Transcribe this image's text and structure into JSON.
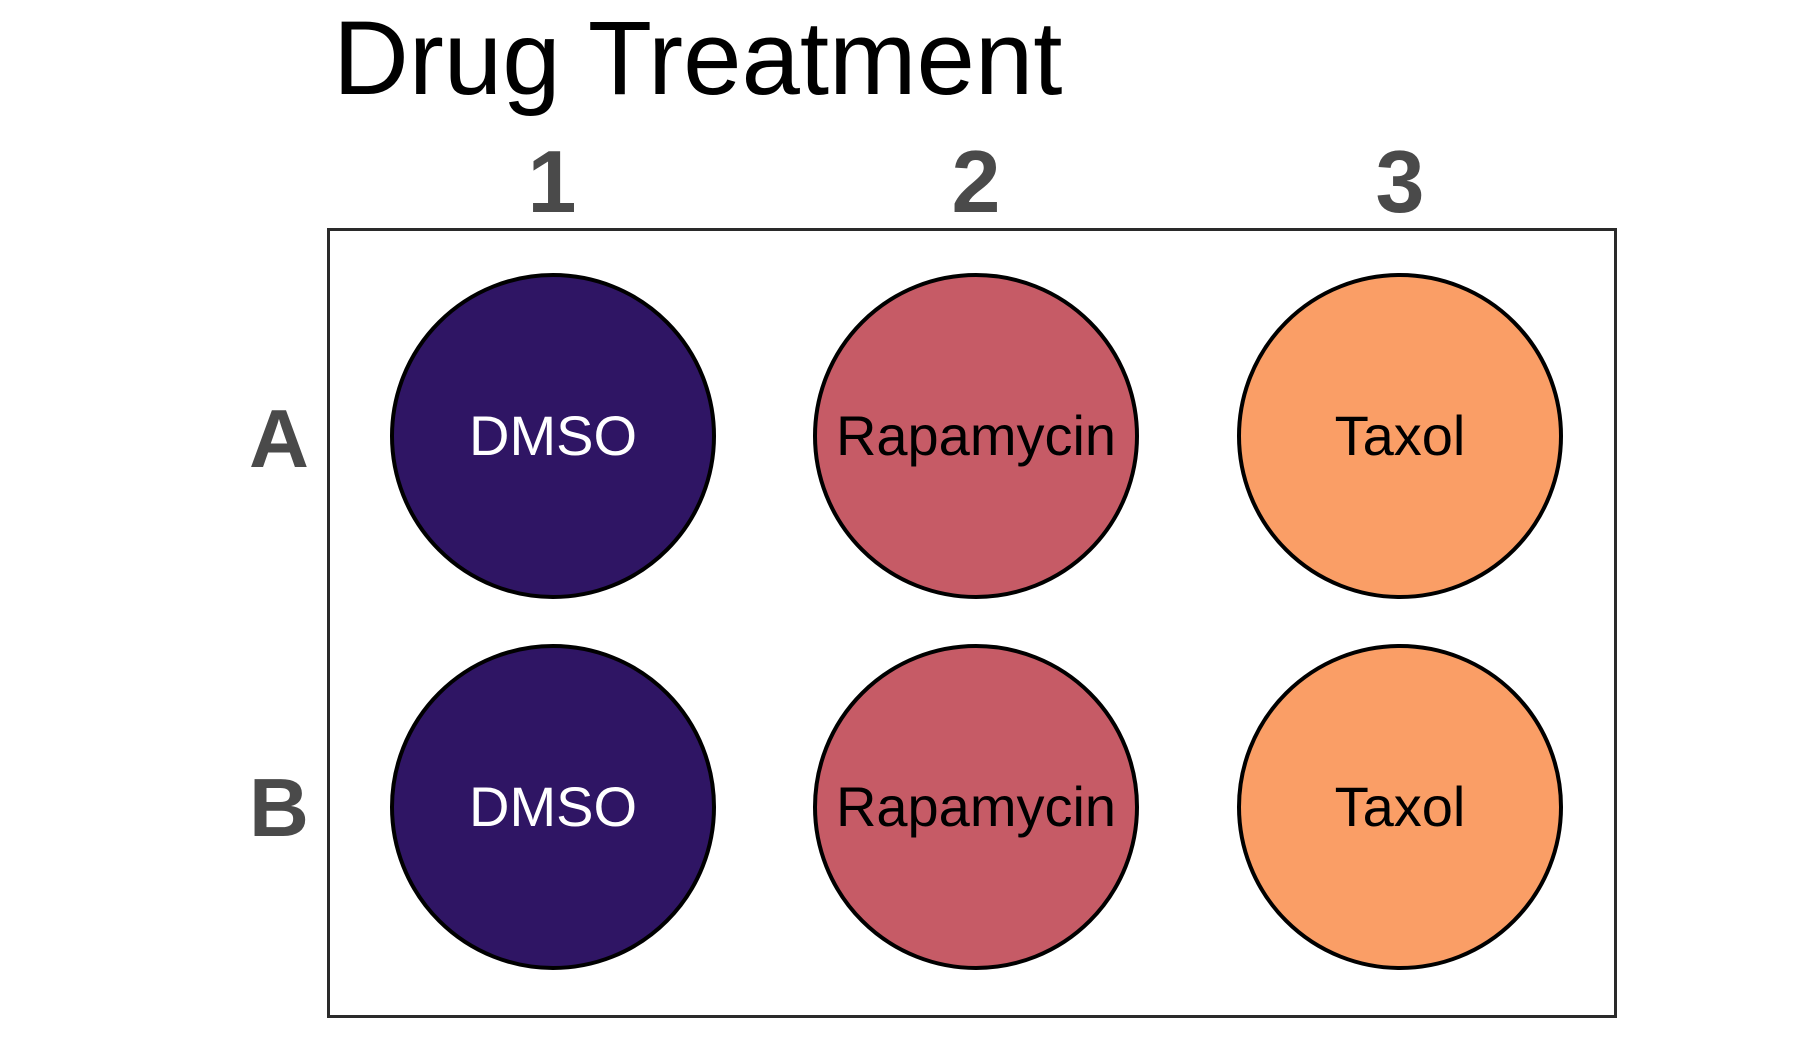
{
  "title": "Drug Treatment",
  "plate": {
    "column_labels": [
      "1",
      "2",
      "3"
    ],
    "row_labels": [
      "A",
      "B"
    ],
    "wells": [
      {
        "well_id": "A1",
        "row": "A",
        "col": "1",
        "label": "DMSO",
        "fill": "#2f1564",
        "text_color": "#ffffff"
      },
      {
        "well_id": "A2",
        "row": "A",
        "col": "2",
        "label": "Rapamycin",
        "fill": "#c65b66",
        "text_color": "#000000"
      },
      {
        "well_id": "A3",
        "row": "A",
        "col": "3",
        "label": "Taxol",
        "fill": "#fa9e66",
        "text_color": "#000000"
      },
      {
        "well_id": "B1",
        "row": "B",
        "col": "1",
        "label": "DMSO",
        "fill": "#2f1564",
        "text_color": "#ffffff"
      },
      {
        "well_id": "B2",
        "row": "B",
        "col": "2",
        "label": "Rapamycin",
        "fill": "#c65b66",
        "text_color": "#000000"
      },
      {
        "well_id": "B3",
        "row": "B",
        "col": "3",
        "label": "Taxol",
        "fill": "#fa9e66",
        "text_color": "#000000"
      }
    ]
  },
  "colors": {
    "background": "#ffffff",
    "title_text": "#000000",
    "axis_label_gray": "#4a4a4a",
    "plate_border": "#2a2a2a",
    "well_border": "#000000",
    "well_dmso": "#2f1564",
    "well_rapamycin": "#c65b66",
    "well_taxol": "#fa9e66"
  }
}
